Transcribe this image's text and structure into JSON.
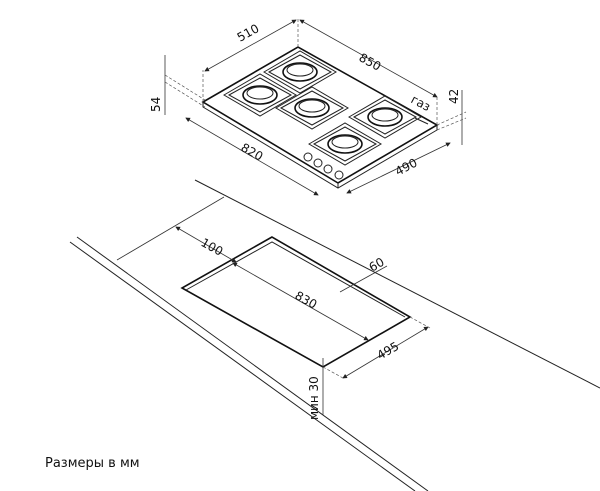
{
  "hob": {
    "depth_label": "510",
    "width_label": "850",
    "height_label": "54",
    "body_height_label": "42",
    "inner_width_label": "820",
    "inner_depth_label": "490",
    "gas_label": "газ"
  },
  "cutout": {
    "back_offset_label": "100",
    "width_label": "830",
    "side_offset_label": "60",
    "depth_label": "495",
    "min_thickness_label": "мин 30"
  },
  "caption": "Размеры в мм"
}
